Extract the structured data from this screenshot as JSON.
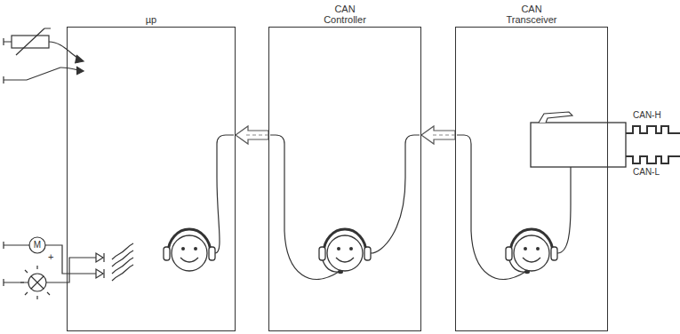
{
  "diagram": {
    "nodes": [
      {
        "text": [
          "µp"
        ]
      },
      {
        "text": [
          "CAN Controller"
        ]
      },
      {
        "text": [
          "CAN Transceiver"
        ]
      }
    ],
    "edges": [
      {
        "from": 2,
        "to": 1,
        "arrow": "to"
      },
      {
        "from": 1,
        "to": 0,
        "arrow": "to"
      }
    ],
    "labels": [
      "CAN-H",
      "CAN-L",
      "M",
      "+"
    ]
  }
}
